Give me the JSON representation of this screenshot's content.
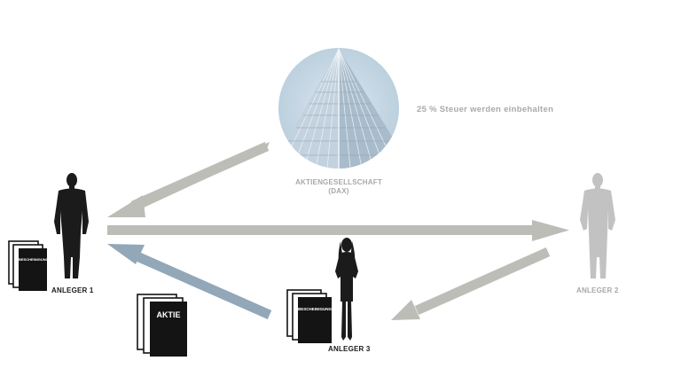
{
  "tax_note": "25 % Steuer werden einbehalten",
  "company": {
    "line1": "AKTIENGESELLSCHAFT",
    "line2": "(DAX)"
  },
  "investors": {
    "one": "ANLEGER 1",
    "two": "ANLEGER 2",
    "three": "ANLEGER 3"
  },
  "documents": {
    "certificate_1": "BESCHEINIGUNG",
    "certificate_3": "BESCHEINIGUNG",
    "share": "AKTIE"
  },
  "colors": {
    "arrow_grey": "#bdbdb7",
    "arrow_blue": "#92a7b8",
    "figure_dark": "#1b1b1b",
    "figure_light": "#c2c2c2",
    "doc_black": "#141414"
  }
}
